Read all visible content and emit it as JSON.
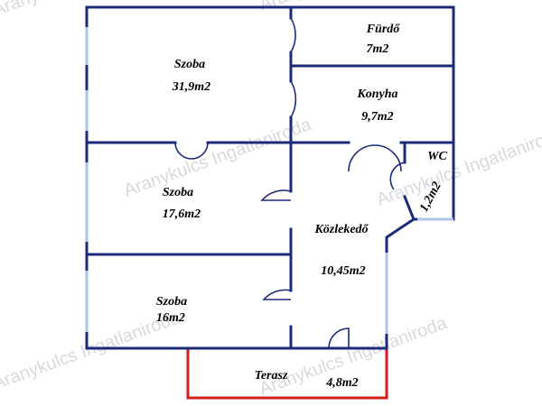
{
  "watermark": "Aranykulcs Ingatlaniroda",
  "rooms": {
    "furdo": {
      "name": "Fürdő",
      "area": "7m2"
    },
    "konyha": {
      "name": "Konyha",
      "area": "9,7m2"
    },
    "wc": {
      "name": "WC",
      "area": "1,2m2"
    },
    "szoba1": {
      "name": "Szoba",
      "area": "31,9m2"
    },
    "szoba2": {
      "name": "Szoba",
      "area": "17,6m2"
    },
    "szoba3": {
      "name": "Szoba",
      "area": "16m2"
    },
    "kozlekedo": {
      "name": "Közlekedő",
      "area": "10,45m2"
    },
    "terasz": {
      "name": "Terasz",
      "area": "4,8m2"
    }
  },
  "colors": {
    "wall": "#1c2a7a",
    "window": "#aac4e6",
    "terrace": "#d81c1c",
    "watermark": "#b4bcc4"
  }
}
